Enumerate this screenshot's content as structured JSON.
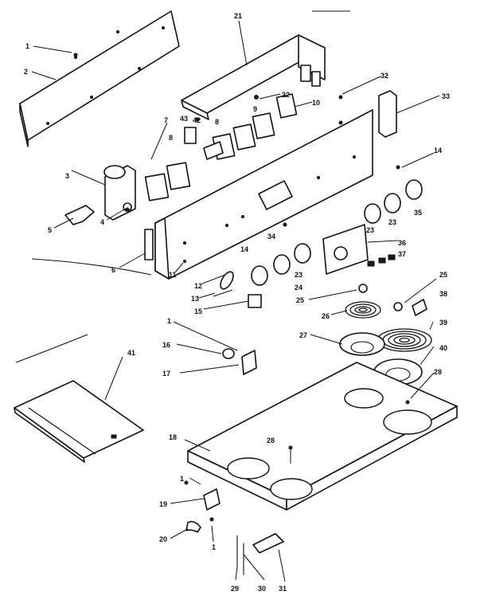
{
  "callouts": [
    {
      "id": "c1a",
      "label": "1"
    },
    {
      "id": "c2",
      "label": "2"
    },
    {
      "id": "c21",
      "label": "21"
    },
    {
      "id": "c32",
      "label": "32"
    },
    {
      "id": "c33",
      "label": "33"
    },
    {
      "id": "c22",
      "label": "22"
    },
    {
      "id": "c10",
      "label": "10"
    },
    {
      "id": "c9",
      "label": "9"
    },
    {
      "id": "c8a",
      "label": "8"
    },
    {
      "id": "c42",
      "label": "42"
    },
    {
      "id": "c43",
      "label": "43"
    },
    {
      "id": "c7",
      "label": "7"
    },
    {
      "id": "c8b",
      "label": "8"
    },
    {
      "id": "c3",
      "label": "3"
    },
    {
      "id": "c14a",
      "label": "14"
    },
    {
      "id": "c23a",
      "label": "23"
    },
    {
      "id": "c35",
      "label": "35"
    },
    {
      "id": "c23b",
      "label": "23"
    },
    {
      "id": "c5",
      "label": "5"
    },
    {
      "id": "c4",
      "label": "4"
    },
    {
      "id": "c34",
      "label": "34"
    },
    {
      "id": "c36",
      "label": "36"
    },
    {
      "id": "c6",
      "label": "6"
    },
    {
      "id": "c11",
      "label": "11"
    },
    {
      "id": "c14b",
      "label": "14"
    },
    {
      "id": "c37",
      "label": "37"
    },
    {
      "id": "c23c",
      "label": "23"
    },
    {
      "id": "c12",
      "label": "12"
    },
    {
      "id": "c24",
      "label": "24"
    },
    {
      "id": "c13",
      "label": "13"
    },
    {
      "id": "c15",
      "label": "15"
    },
    {
      "id": "c25a",
      "label": "25"
    },
    {
      "id": "c25b",
      "label": "25"
    },
    {
      "id": "c38",
      "label": "38"
    },
    {
      "id": "c26",
      "label": "26"
    },
    {
      "id": "c39a",
      "label": "39"
    },
    {
      "id": "c1b",
      "label": "1"
    },
    {
      "id": "c27",
      "label": "27"
    },
    {
      "id": "c16",
      "label": "16"
    },
    {
      "id": "c40",
      "label": "40"
    },
    {
      "id": "c41",
      "label": "41"
    },
    {
      "id": "c17",
      "label": "17"
    },
    {
      "id": "c28a",
      "label": "28"
    },
    {
      "id": "c18",
      "label": "18"
    },
    {
      "id": "c28b",
      "label": "28"
    },
    {
      "id": "c1c",
      "label": "1"
    },
    {
      "id": "c19",
      "label": "19"
    },
    {
      "id": "c20",
      "label": "20"
    },
    {
      "id": "c1d",
      "label": "1"
    },
    {
      "id": "c29",
      "label": "29"
    },
    {
      "id": "c30",
      "label": "30"
    },
    {
      "id": "c31",
      "label": "31"
    }
  ]
}
